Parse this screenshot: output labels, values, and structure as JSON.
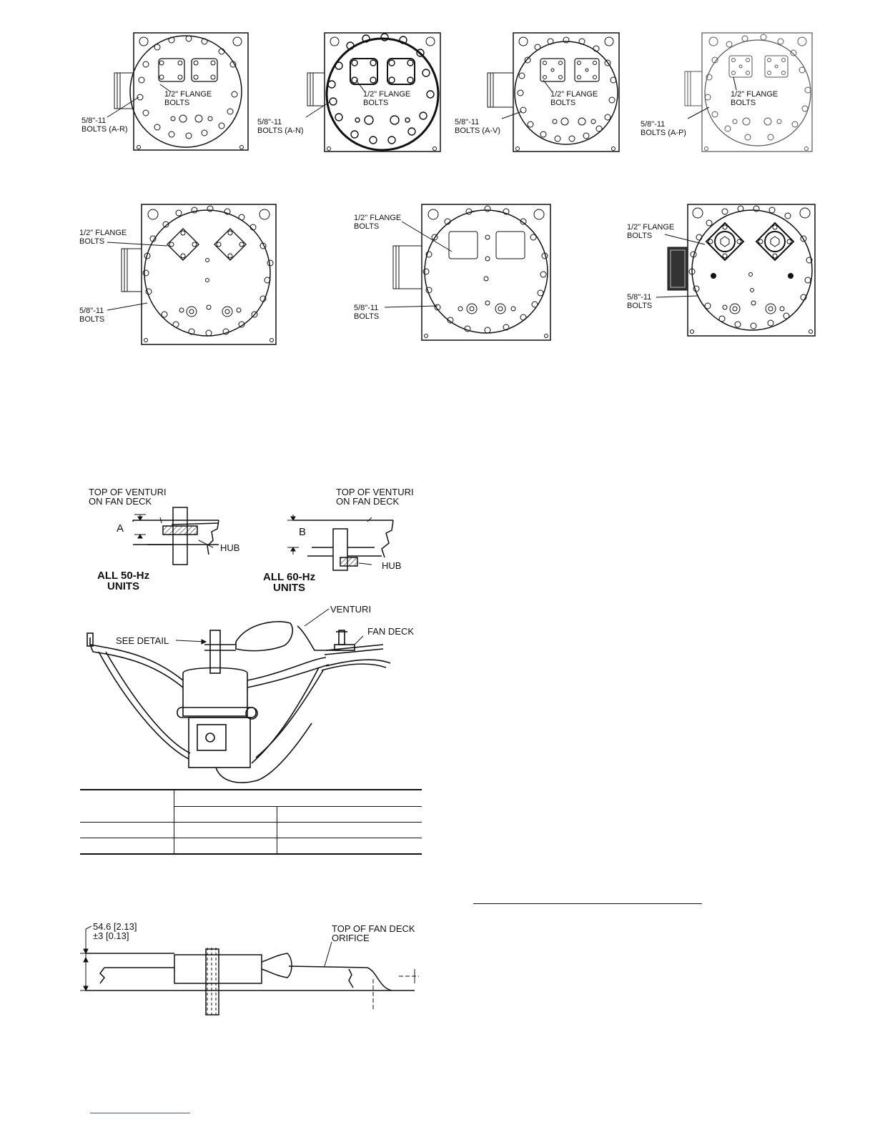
{
  "compressor_plates": {
    "row1": [
      {
        "flange": "1/2\" FLANGE\nBOLTS",
        "bolts": "5/8\"-11\nBOLTS (A-R)"
      },
      {
        "flange": "1/2\" FLANGE\nBOLTS",
        "bolts": "5/8\"-11\nBOLTS (A-N)"
      },
      {
        "flange": "1/2\" FLANGE\nBOLTS",
        "bolts": "5/8\"-11\nBOLTS (A-V)"
      },
      {
        "flange": "1/2\" FLANGE\nBOLTS",
        "bolts": "5/8\"-11\nBOLTS (A-P)"
      }
    ],
    "row2": [
      {
        "flange": "1/2\" FLANGE\nBOLTS",
        "bolts": "5/8\"-11\nBOLTS"
      },
      {
        "flange": "1/2\" FLANGE\nBOLTS",
        "bolts": "5/8\"-11\nBOLTS"
      },
      {
        "flange": "1/2\" FLANGE\nBOLTS",
        "bolts": "5/8\"-11\nBOLTS"
      }
    ]
  },
  "fan_detail": {
    "left_top": "TOP OF VENTURI\nON FAN DECK",
    "left_dim": "A",
    "left_hub": "HUB",
    "left_units": "ALL 50-Hz\nUNITS",
    "right_top": "TOP OF VENTURI\nON FAN DECK",
    "right_dim": "B",
    "right_hub": "HUB",
    "right_units": "ALL 60-Hz\nUNITS",
    "venturi": "VENTURI",
    "fan_deck": "FAN DECK",
    "see_detail": "SEE DETAIL"
  },
  "fan_deck_detail": {
    "dimension": "54.6 [2.13]\n±3 [0.13]",
    "orifice": "TOP OF FAN DECK\nORIFICE"
  }
}
